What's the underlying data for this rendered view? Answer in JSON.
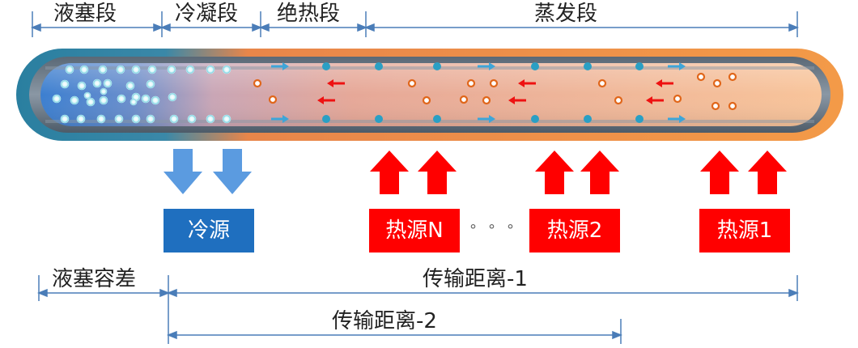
{
  "colors": {
    "dim_line": "#4a7db8",
    "pipe_outer_left": "#2c7fa3",
    "pipe_outer_right": "#f28a3a",
    "pipe_wall": "#4a5a6a",
    "liquid": "#4a8ad8",
    "vapor": "#f6c6a0",
    "bubble_fill": "#8fe0ea",
    "particle_outline": "#e0661a",
    "blue_arrow": "#3ea5d8",
    "red_arrow": "#ee1111",
    "cold_arrow": "#5b9be0",
    "heat_arrow": "#ff0000"
  },
  "sections": {
    "liquid_plug": "液塞段",
    "condensation": "冷凝段",
    "adiabatic": "绝热段",
    "evaporation": "蒸发段"
  },
  "sources": {
    "cold": "冷源",
    "heat_n": "热源N",
    "ellipsis": "°°°",
    "heat_2": "热源2",
    "heat_1": "热源1"
  },
  "dimensions": {
    "plug_tolerance": "液塞容差",
    "transport_distance_1": "传输距离-1",
    "transport_distance_2": "传输距离-2"
  },
  "icons": [
    "blue-down-arrow-icon",
    "red-up-arrow-icon",
    "flow-arrow-icon"
  ]
}
